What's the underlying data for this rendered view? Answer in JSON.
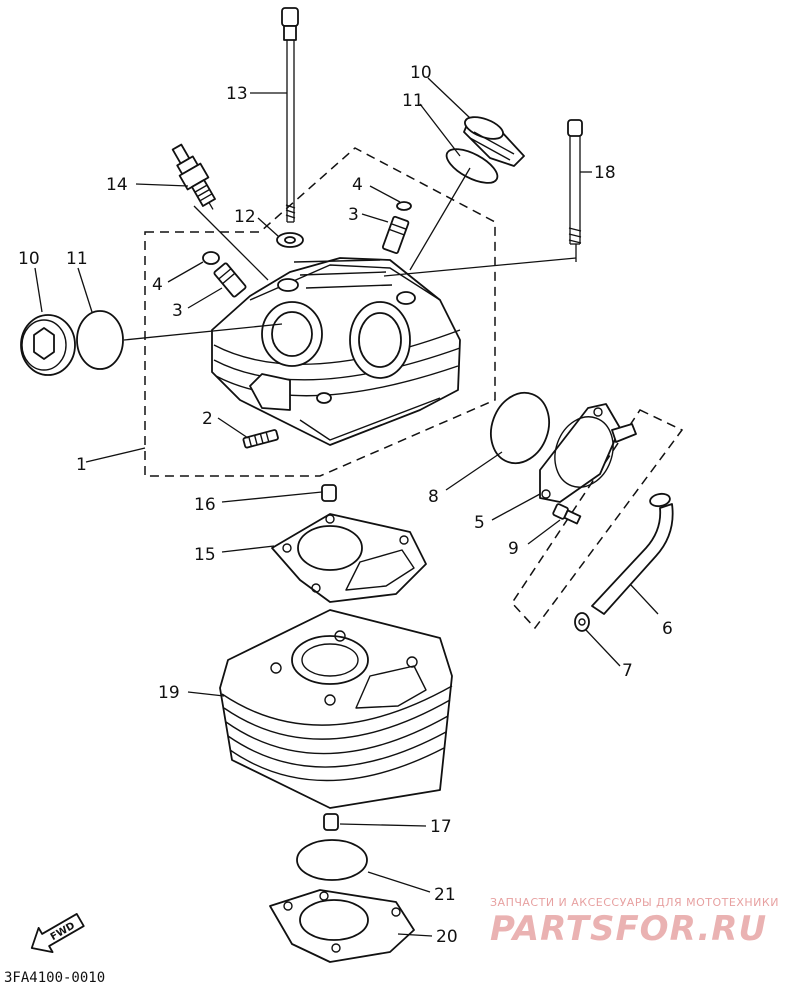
{
  "diagram": {
    "part_labels": {
      "p1": "1",
      "p2": "2",
      "p3a": "3",
      "p3b": "3",
      "p4a": "4",
      "p4b": "4",
      "p5": "5",
      "p6": "6",
      "p7": "7",
      "p8": "8",
      "p9": "9",
      "p10a": "10",
      "p10b": "10",
      "p11a": "11",
      "p11b": "11",
      "p12": "12",
      "p13": "13",
      "p14": "14",
      "p15": "15",
      "p16": "16",
      "p17": "17",
      "p18": "18",
      "p19": "19",
      "p20": "20",
      "p21": "21"
    },
    "direction_label": "FWD",
    "diagram_code": "3FA4100-0010"
  },
  "watermark": {
    "tagline": "ЗАПЧАСТИ И АКСЕССУАРЫ ДЛЯ МОТОТЕХНИКИ",
    "brand": "PARTSFOR.RU"
  }
}
